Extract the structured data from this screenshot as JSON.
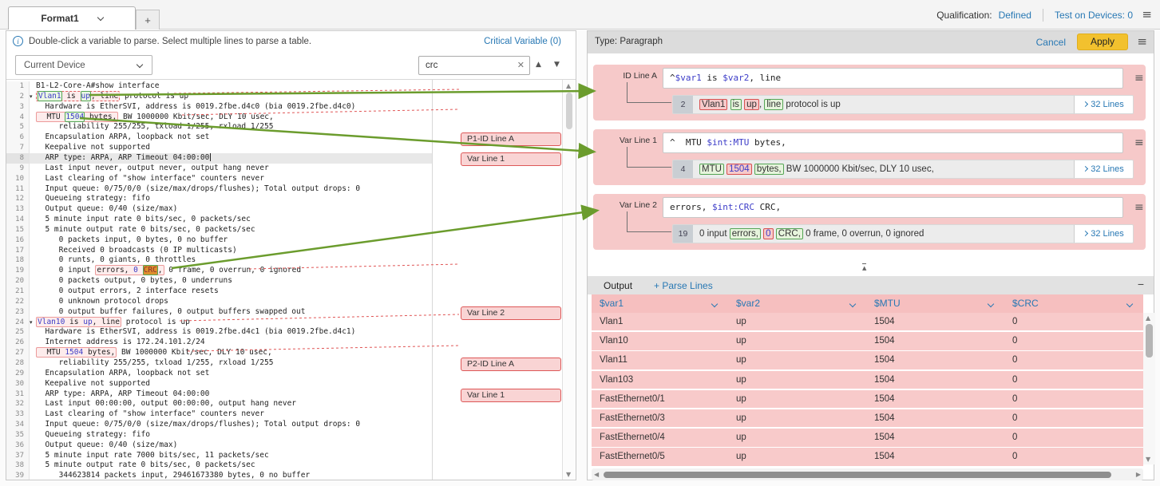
{
  "colors": {
    "panel_pink": "#f6c9c9",
    "badge_red": "#dd5858",
    "match_green": "#55a555",
    "arrow_green": "#6b9c2d",
    "link_blue": "#2878b4",
    "variable_blue": "#3c3cc8",
    "apply_yellow": "#f2c12e",
    "search_hit_orange": "#dd8f2d"
  },
  "tabs": {
    "active_label": "Format1",
    "add_label": "+"
  },
  "topbar": {
    "qualification_label": "Qualification:",
    "qualification_value": "Defined",
    "test_on_devices": "Test on Devices: 0"
  },
  "left_panel": {
    "info_text": "Double-click a variable to parse. Select multiple lines to parse a table.",
    "critical_variable": "Critical Variable (0)",
    "device_select": "Current Device",
    "search_value": "crc",
    "labels": [
      "P1-ID Line A",
      "Var Line 1",
      "Var Line 2",
      "P2-ID Line A",
      "Var Line 1"
    ],
    "code_lines": [
      {
        "n": 1,
        "s": [
          [
            "B1-L2-Core-A#show interface"
          ]
        ]
      },
      {
        "n": 2,
        "mk": true,
        "s": [
          {
            "b": "rd",
            "s": [
              [
                "Vlan1",
                "gv"
              ],
              [
                " is "
              ],
              [
                "up",
                "gv"
              ],
              [
                ", line"
              ]
            ]
          },
          [
            " protocol is up"
          ]
        ]
      },
      {
        "n": 3,
        "s": [
          [
            "  Hardware is EtherSVI, address is 0019.2fbe.d4c0 (bia 0019.2fbe.d4c0)"
          ]
        ]
      },
      {
        "n": 4,
        "s": [
          {
            "b": "rs",
            "s": [
              [
                "  MTU "
              ],
              [
                "1504",
                "gv"
              ],
              [
                " bytes,"
              ]
            ]
          },
          [
            " BW 1000000 Kbit/sec, DLY 10 usec,"
          ]
        ]
      },
      {
        "n": 5,
        "s": [
          [
            "     reliability 255/255, txload 1/255, rxload 1/255"
          ]
        ]
      },
      {
        "n": 6,
        "s": [
          [
            "  Encapsulation ARPA, loopback not set"
          ]
        ]
      },
      {
        "n": 7,
        "s": [
          [
            "  Keepalive not supported"
          ]
        ]
      },
      {
        "n": 8,
        "hl": true,
        "cur": true,
        "s": [
          [
            "  ARP type: ARPA, ARP Timeout 04:00:00"
          ]
        ]
      },
      {
        "n": 9,
        "s": [
          [
            "  Last input never, output never, output hang never"
          ]
        ]
      },
      {
        "n": 10,
        "s": [
          [
            "  Last clearing of \"show interface\" counters never"
          ]
        ]
      },
      {
        "n": 11,
        "s": [
          [
            "  Input queue: 0/75/0/0 (size/max/drops/flushes); Total output drops: 0"
          ]
        ]
      },
      {
        "n": 12,
        "s": [
          [
            "  Queueing strategy: fifo"
          ]
        ]
      },
      {
        "n": 13,
        "s": [
          [
            "  Output queue: 0/40 (size/max)"
          ]
        ]
      },
      {
        "n": 14,
        "s": [
          [
            "  5 minute input rate 0 bits/sec, 0 packets/sec"
          ]
        ]
      },
      {
        "n": 15,
        "s": [
          [
            "  5 minute output rate 0 bits/sec, 0 packets/sec"
          ]
        ]
      },
      {
        "n": 16,
        "s": [
          [
            "     0 packets input, 0 bytes, 0 no buffer"
          ]
        ]
      },
      {
        "n": 17,
        "s": [
          [
            "     Received 0 broadcasts (0 IP multicasts)"
          ]
        ]
      },
      {
        "n": 18,
        "s": [
          [
            "     0 runts, 0 giants, 0 throttles"
          ]
        ]
      },
      {
        "n": 19,
        "s": [
          [
            "     0 input "
          ],
          {
            "b": "rs",
            "s": [
              [
                "errors, "
              ],
              [
                "0",
                "v"
              ],
              [
                " "
              ],
              [
                "CRC",
                "hl"
              ],
              [
                ","
              ]
            ]
          },
          [
            " 0 frame, 0 overrun, 0 ignored"
          ]
        ]
      },
      {
        "n": 20,
        "s": [
          [
            "     0 packets output, 0 bytes, 0 underruns"
          ]
        ]
      },
      {
        "n": 21,
        "s": [
          [
            "     0 output errors, 2 interface resets"
          ]
        ]
      },
      {
        "n": 22,
        "s": [
          [
            "     0 unknown protocol drops"
          ]
        ]
      },
      {
        "n": 23,
        "s": [
          [
            "     0 output buffer failures, 0 output buffers swapped out"
          ]
        ]
      },
      {
        "n": 24,
        "mk": true,
        "s": [
          {
            "b": "rs",
            "s": [
              [
                "Vlan10",
                "v"
              ],
              [
                " is "
              ],
              [
                "up",
                "v"
              ],
              [
                ", line"
              ]
            ]
          },
          [
            " protocol is up"
          ]
        ]
      },
      {
        "n": 25,
        "s": [
          [
            "  Hardware is EtherSVI, address is 0019.2fbe.d4c1 (bia 0019.2fbe.d4c1)"
          ]
        ]
      },
      {
        "n": 26,
        "s": [
          [
            "  Internet address is 172.24.101.2/24"
          ]
        ]
      },
      {
        "n": 27,
        "s": [
          {
            "b": "rs",
            "s": [
              [
                "  MTU "
              ],
              [
                "1504",
                "v"
              ],
              [
                " bytes,"
              ]
            ]
          },
          [
            " BW 1000000 Kbit/sec, DLY 10 usec,"
          ]
        ]
      },
      {
        "n": 28,
        "s": [
          [
            "     reliability 255/255, txload 1/255, rxload 1/255"
          ]
        ]
      },
      {
        "n": 29,
        "s": [
          [
            "  Encapsulation ARPA, loopback not set"
          ]
        ]
      },
      {
        "n": 30,
        "s": [
          [
            "  Keepalive not supported"
          ]
        ]
      },
      {
        "n": 31,
        "s": [
          [
            "  ARP type: ARPA, ARP Timeout 04:00:00"
          ]
        ]
      },
      {
        "n": 32,
        "s": [
          [
            "  Last input 00:00:00, output 00:00:00, output hang never"
          ]
        ]
      },
      {
        "n": 33,
        "s": [
          [
            "  Last clearing of \"show interface\" counters never"
          ]
        ]
      },
      {
        "n": 34,
        "s": [
          [
            "  Input queue: 0/75/0/0 (size/max/drops/flushes); Total output drops: 0"
          ]
        ]
      },
      {
        "n": 35,
        "s": [
          [
            "  Queueing strategy: fifo"
          ]
        ]
      },
      {
        "n": 36,
        "s": [
          [
            "  Output queue: 0/40 (size/max)"
          ]
        ]
      },
      {
        "n": 37,
        "s": [
          [
            "  5 minute input rate 7000 bits/sec, 11 packets/sec"
          ]
        ]
      },
      {
        "n": 38,
        "s": [
          [
            "  5 minute output rate 0 bits/sec, 0 packets/sec"
          ]
        ]
      },
      {
        "n": 39,
        "s": [
          [
            "     344623814 packets input, 29461673380 bytes, 0 no buffer"
          ]
        ]
      }
    ]
  },
  "right_panel": {
    "type_label": "Type: Paragraph",
    "cancel_label": "Cancel",
    "apply_label": "Apply",
    "cards": [
      {
        "label": "ID Line A",
        "pattern": [
          [
            "^"
          ],
          [
            "$var1",
            "v"
          ],
          [
            " is "
          ],
          [
            "$var2",
            "v"
          ],
          [
            ", line"
          ]
        ],
        "line_no": "2",
        "preview": [
          [
            "Vlan1",
            "r"
          ],
          [
            " "
          ],
          [
            "is",
            "g"
          ],
          [
            " "
          ],
          [
            "up",
            "r"
          ],
          [
            ", "
          ],
          [
            "line",
            "g"
          ],
          [
            " protocol is up"
          ]
        ],
        "lines_label": "32 Lines"
      },
      {
        "label": "Var Line 1",
        "pattern": [
          [
            "^  MTU "
          ],
          [
            "$int:MTU",
            "v"
          ],
          [
            " bytes,"
          ]
        ],
        "line_no": "4",
        "preview": [
          [
            "MTU",
            "g"
          ],
          [
            " "
          ],
          [
            "1504",
            "rv"
          ],
          [
            " "
          ],
          [
            "bytes,",
            "g"
          ],
          [
            " BW 1000000 Kbit/sec, DLY 10 usec,"
          ]
        ],
        "lines_label": "32 Lines"
      },
      {
        "label": "Var Line 2",
        "pattern": [
          [
            "errors, "
          ],
          [
            "$int:CRC",
            "v"
          ],
          [
            " CRC,"
          ]
        ],
        "line_no": "19",
        "preview": [
          [
            "0 input "
          ],
          [
            "errors,",
            "g"
          ],
          [
            " "
          ],
          [
            "0",
            "rv"
          ],
          [
            " "
          ],
          [
            "CRC,",
            "g"
          ],
          [
            " 0 frame, 0 overrun, 0 ignored"
          ]
        ],
        "lines_label": "32 Lines"
      }
    ],
    "output": {
      "title": "Output",
      "parse_lines_label": "+ Parse Lines",
      "columns": [
        "$var1",
        "$var2",
        "$MTU",
        "$CRC"
      ],
      "rows": [
        [
          "Vlan1",
          "up",
          "1504",
          "0"
        ],
        [
          "Vlan10",
          "up",
          "1504",
          "0"
        ],
        [
          "Vlan11",
          "up",
          "1504",
          "0"
        ],
        [
          "Vlan103",
          "up",
          "1504",
          "0"
        ],
        [
          "FastEthernet0/1",
          "up",
          "1504",
          "0"
        ],
        [
          "FastEthernet0/3",
          "up",
          "1504",
          "0"
        ],
        [
          "FastEthernet0/4",
          "up",
          "1504",
          "0"
        ],
        [
          "FastEthernet0/5",
          "up",
          "1504",
          "0"
        ]
      ]
    }
  }
}
